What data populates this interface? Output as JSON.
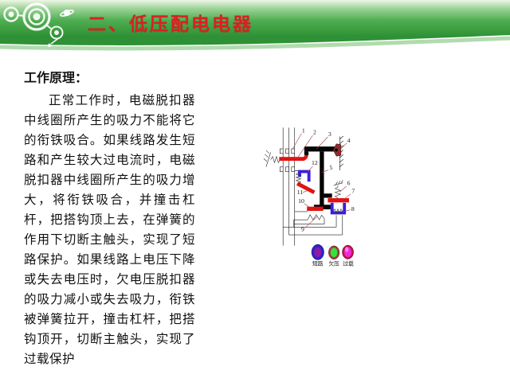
{
  "header": {
    "title": "二、低压配电电器"
  },
  "content": {
    "heading": "工作原理：",
    "paragraph": "正常工作时，电磁脱扣器中线圈所产生的吸力不能将它的衔铁吸合。如果线路发生短路和产生较大过电流时，电磁脱扣器中线圈所产生的吸力增大，将衔铁吸合，并撞击杠杆，把搭钩顶上去，在弹簧的作用下切断主触头，实现了短路保护。如果线路上电压下降或失去电压时，欠电压脱扣器的吸力减小或失去吸力，衔铁被弹簧拉开，撞击杠杆，把搭钩顶开，切断主触头，实现了过载保护"
  },
  "diagram": {
    "part_labels": [
      "1",
      "2",
      "3",
      "4",
      "5",
      "6",
      "7",
      "8",
      "9",
      "10",
      "11",
      "12"
    ],
    "indicators": [
      {
        "label": "短路",
        "ring": "#2b23cd",
        "center": "#8d18a8"
      },
      {
        "label": "欠压",
        "ring": "#9e4040",
        "center": "#35e23c"
      },
      {
        "label": "过载",
        "ring": "#c01345",
        "center": "#ee2cd6"
      }
    ]
  },
  "colors": {
    "title": "#da2020",
    "header_green": "#2f9135",
    "lever": "#e01414",
    "coil": "#3a1ede",
    "pivot": "#8e2d2d",
    "leader": "#a84545"
  }
}
